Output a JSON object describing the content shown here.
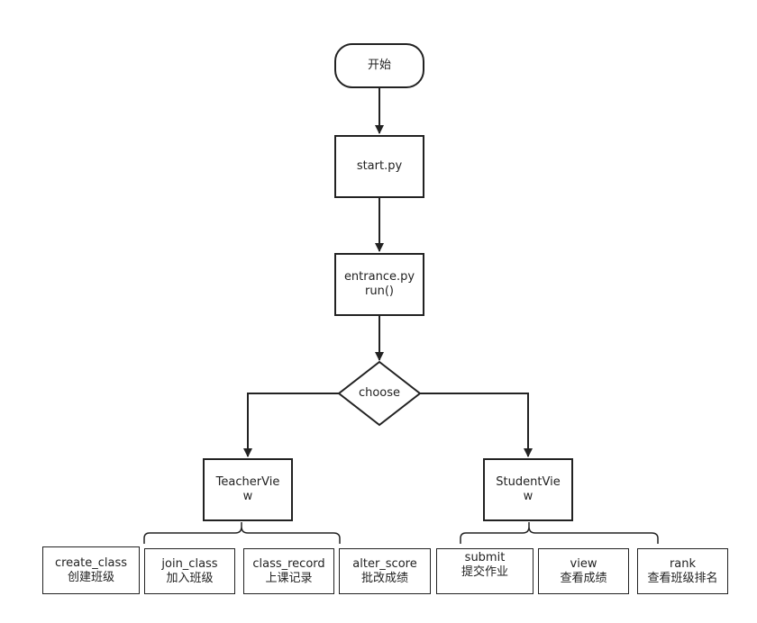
{
  "nodes": {
    "start": {
      "label": "开始"
    },
    "start_py": {
      "label": "start.py"
    },
    "entrance": {
      "line1": "entrance.py",
      "line2": "run()"
    },
    "choose": {
      "label": "choose"
    },
    "teacher_view": {
      "line1": "TeacherVie",
      "line2": "w"
    },
    "student_view": {
      "line1": "StudentVie",
      "line2": "w"
    }
  },
  "teacher_actions": [
    {
      "name": "create_class",
      "desc": "创建班级"
    },
    {
      "name": "join_class",
      "desc": "加入班级"
    },
    {
      "name": "class_record",
      "desc": "上课记录"
    },
    {
      "name": "alter_score",
      "desc": "批改成绩"
    }
  ],
  "student_actions": [
    {
      "name": "submit",
      "desc": "提交作业"
    },
    {
      "name": "view",
      "desc": "查看成绩"
    },
    {
      "name": "rank",
      "desc": "查看班级排名"
    }
  ],
  "colors": {
    "stroke": "#222222",
    "background": "#ffffff"
  }
}
